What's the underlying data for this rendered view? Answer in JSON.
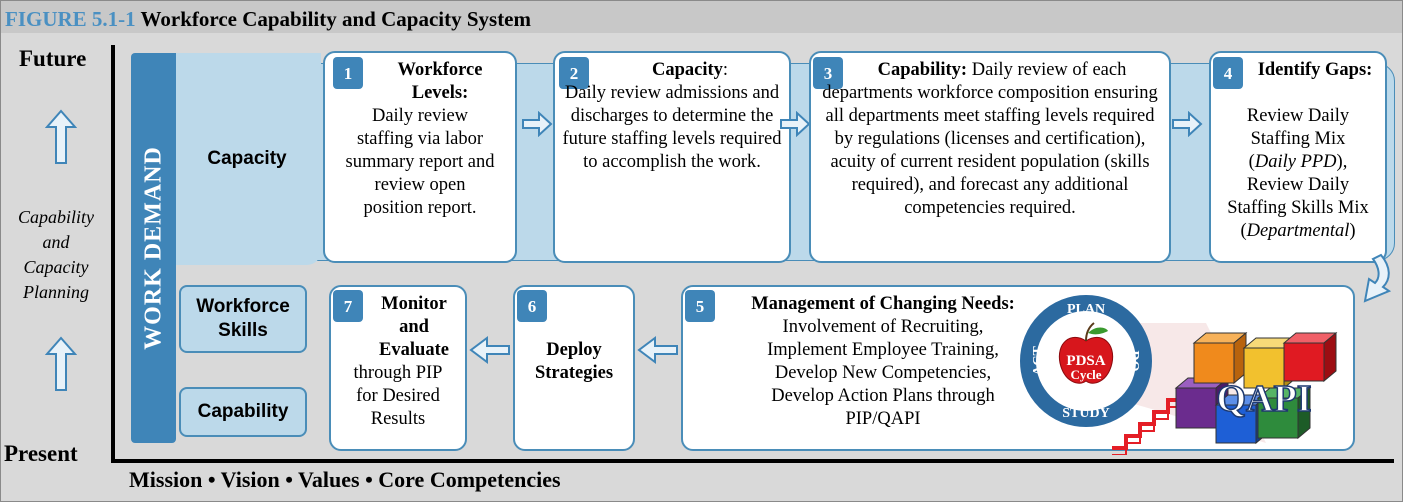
{
  "figure": {
    "number": "FIGURE 5.1-1",
    "title": "Workforce Capability and Capacity System"
  },
  "axis": {
    "top": "Future",
    "bottom": "Present",
    "side_lines": [
      "Capability",
      "and",
      "Capacity",
      "Planning"
    ]
  },
  "work_demand": "WORK DEMAND",
  "left_boxes": {
    "capacity": "Capacity",
    "skills_line1": "Workforce",
    "skills_line2": "Skills",
    "capability": "Capability"
  },
  "steps": [
    {
      "num": "1",
      "title": "Workforce Levels:",
      "body": "Daily review staffing via labor summary report and review open position report."
    },
    {
      "num": "2",
      "title": "Capacity",
      "title_suffix": ":",
      "body": "Daily review admissions and discharges to determine the future staffing levels required to accomplish the work."
    },
    {
      "num": "3",
      "title": "Capability:",
      "body": "Daily review of each departments workforce composition ensuring all departments meet staffing levels required by regulations (licenses and certification), acuity of current resident population (skills required), and forecast any additional competencies required."
    },
    {
      "num": "4",
      "title": "Identify Gaps:",
      "body1": "Review Daily Staffing Mix",
      "body1_italic": "Daily PPD",
      "body2": "Review Daily Staffing Skills Mix",
      "body2_italic": "Departmental"
    },
    {
      "num": "5",
      "title": "Management of Changing Needs:",
      "lines": [
        "Involvement of Recruiting,",
        "Implement Employee Training,",
        "Develop New Competencies,",
        "Develop Action Plans through",
        "PIP/QAPI"
      ]
    },
    {
      "num": "6",
      "title_line1": "Deploy",
      "title_line2": "Strategies"
    },
    {
      "num": "7",
      "title_lines": [
        "Monitor",
        "and",
        "Evaluate"
      ],
      "body_lines": [
        "through PIP",
        "for Desired",
        "Results"
      ]
    }
  ],
  "pdsa": {
    "plan": "PLAN",
    "do": "DO",
    "study": "STUDY",
    "act": "ACT",
    "center_line1": "PDSA",
    "center_line2": "Cycle"
  },
  "qapi": "QAPI",
  "footer": "Mission • Vision • Values • Core Competencies",
  "colors": {
    "accent": "#3f85b8",
    "light": "#bcd9ea",
    "background": "#d9d9d9"
  }
}
